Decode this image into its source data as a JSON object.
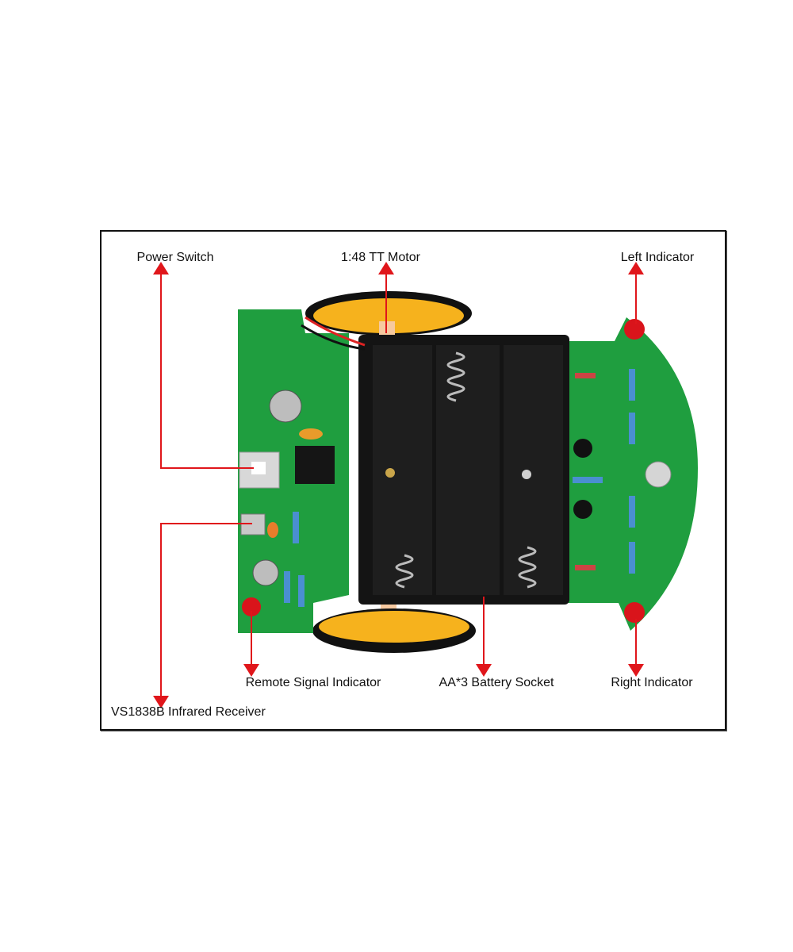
{
  "labels": {
    "power_switch": "Power Switch",
    "motor": "1:48 TT Motor",
    "left_indicator": "Left Indicator",
    "remote_signal_indicator": "Remote Signal Indicator",
    "battery_socket": "AA*3 Battery Socket",
    "right_indicator": "Right Indicator",
    "ir_receiver": "VS1838B Infrared Receiver"
  },
  "colors": {
    "pcb": "#1f9e3f",
    "arrow": "#e0161b",
    "wheel": "#f6b21d",
    "battery_box": "#141414",
    "led": "#d9141b"
  }
}
